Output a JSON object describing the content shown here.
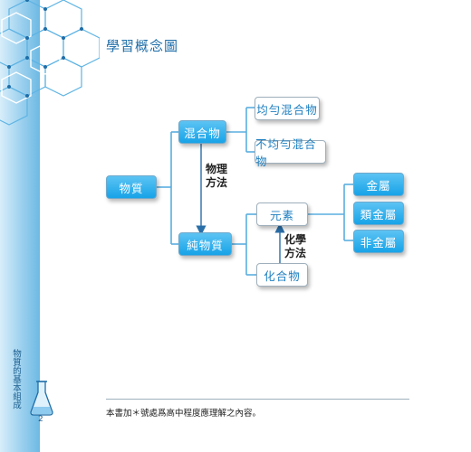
{
  "title": "學習概念圖",
  "nodes": {
    "substance": "物質",
    "mixture": "混合物",
    "pure": "純物質",
    "homogeneous": "均勻混合物",
    "heterogeneous": "不均勻混合物",
    "element": "元素",
    "compound": "化合物",
    "metal": "金屬",
    "metalloid": "類金屬",
    "nonmetal": "非金屬"
  },
  "methods": {
    "physical": "物理方法",
    "chemical": "化學方法"
  },
  "sidebar": {
    "chapter": "物質的基本組成",
    "page": "2"
  },
  "footnote": "本書加＊號處爲高中程度應理解之內容。",
  "colors": {
    "accent": "#17a3e8",
    "title": "#1e6ea8",
    "connector": "#5aaee0"
  }
}
